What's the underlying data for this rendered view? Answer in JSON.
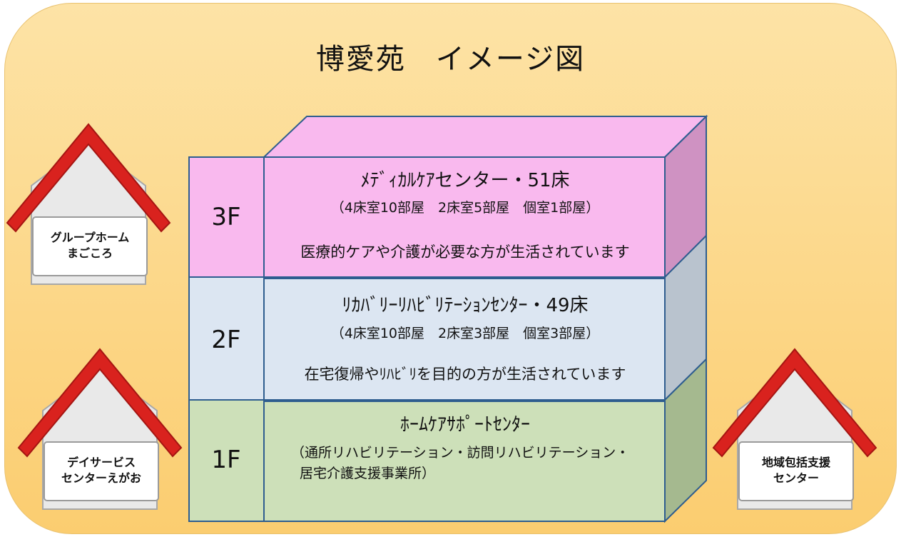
{
  "title": "博愛苑　イメージ図",
  "colors": {
    "floor3": "#f9b9ee",
    "floor2": "#dce6f2",
    "floor1": "#cde0b9",
    "roof": "#d9221e",
    "background": "#fbd98c"
  },
  "floors": [
    {
      "label": "3F",
      "name": "ﾒﾃﾞｨｶﾙｹｱセンター・51床",
      "rooms": "（4床室10部屋　2床室5部屋　個室1部屋）",
      "description": "医療的ケアや介護が必要な方が生活されています"
    },
    {
      "label": "2F",
      "name": "ﾘｶﾊﾞﾘｰﾘﾊﾋﾞﾘﾃｰｼｮﾝｾﾝﾀｰ・49床",
      "rooms": "（4床室10部屋　2床室3部屋　個室3部屋）",
      "description": "在宅復帰やﾘﾊﾋﾞﾘを目的の方が生活されています"
    },
    {
      "label": "1F",
      "name": "ﾎｰﾑｹｱｻﾎﾟｰﾄｾﾝﾀｰ",
      "services_line1": "（通所リハビリテーション・訪問リハビリテーション・",
      "services_line2": "居宅介護支援事業所）"
    }
  ],
  "houses": [
    {
      "line1": "グループホーム",
      "line2": "まごころ"
    },
    {
      "line1": "デイサービス",
      "line2": "センターえがお"
    },
    {
      "line1": "地域包括支援",
      "line2": "センター"
    }
  ]
}
